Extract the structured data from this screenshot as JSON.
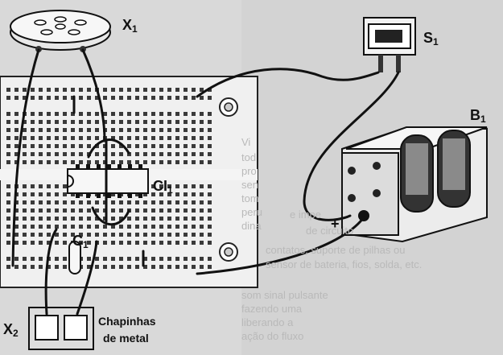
{
  "labels": {
    "x1": {
      "main": "X",
      "sub": "1"
    },
    "s1": {
      "main": "S",
      "sub": "1"
    },
    "b1": {
      "main": "B",
      "sub": "1"
    },
    "ci1": {
      "main": "CI",
      "sub": "1"
    },
    "c1": {
      "main": "C",
      "sub": "1"
    },
    "x2": {
      "main": "X",
      "sub": "2"
    },
    "plus": "+",
    "plates_line1": "Chapinhas",
    "plates_line2": "de metal"
  },
  "background_text": [
    "Vi",
    "tod",
    "pro",
    "sen",
    "tom",
    "peru",
    "dina",
    "som sinal pulsante",
    "fazendo uma",
    "liberando a",
    "ação do fluxo",
    "e impe",
    "de circuito",
    "contatos, suporte de pilhas ou",
    "sensor de bateria, fios, solda, etc."
  ],
  "colors": {
    "paper": "#d9d9d9",
    "ink": "#111111",
    "board": "#efefef",
    "holes": "#3a3a3a"
  }
}
